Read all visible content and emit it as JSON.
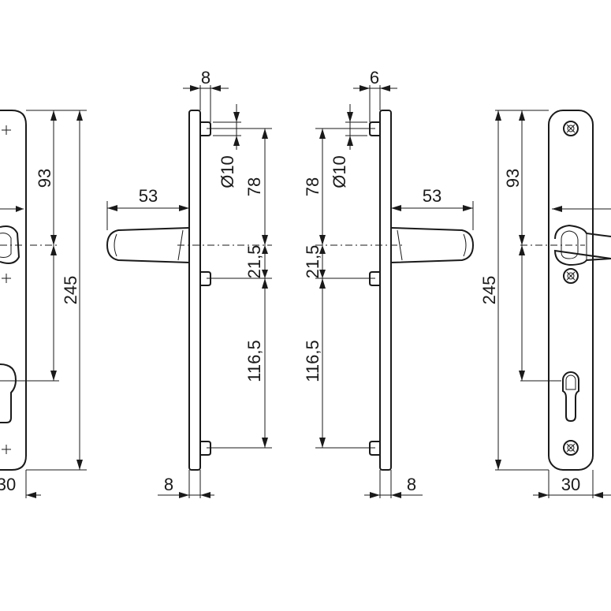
{
  "dimensions": {
    "plate_width": "30",
    "overall_height": "245",
    "upper_distance": "93",
    "screw_top": "78",
    "spindle_offset": "21,5",
    "screw_bottom": "116,5",
    "pin_diameter": "Ø10",
    "handle_projection": "53",
    "plate_thickness": "8",
    "pin_offset_left": "8",
    "pin_offset_right": "6"
  }
}
